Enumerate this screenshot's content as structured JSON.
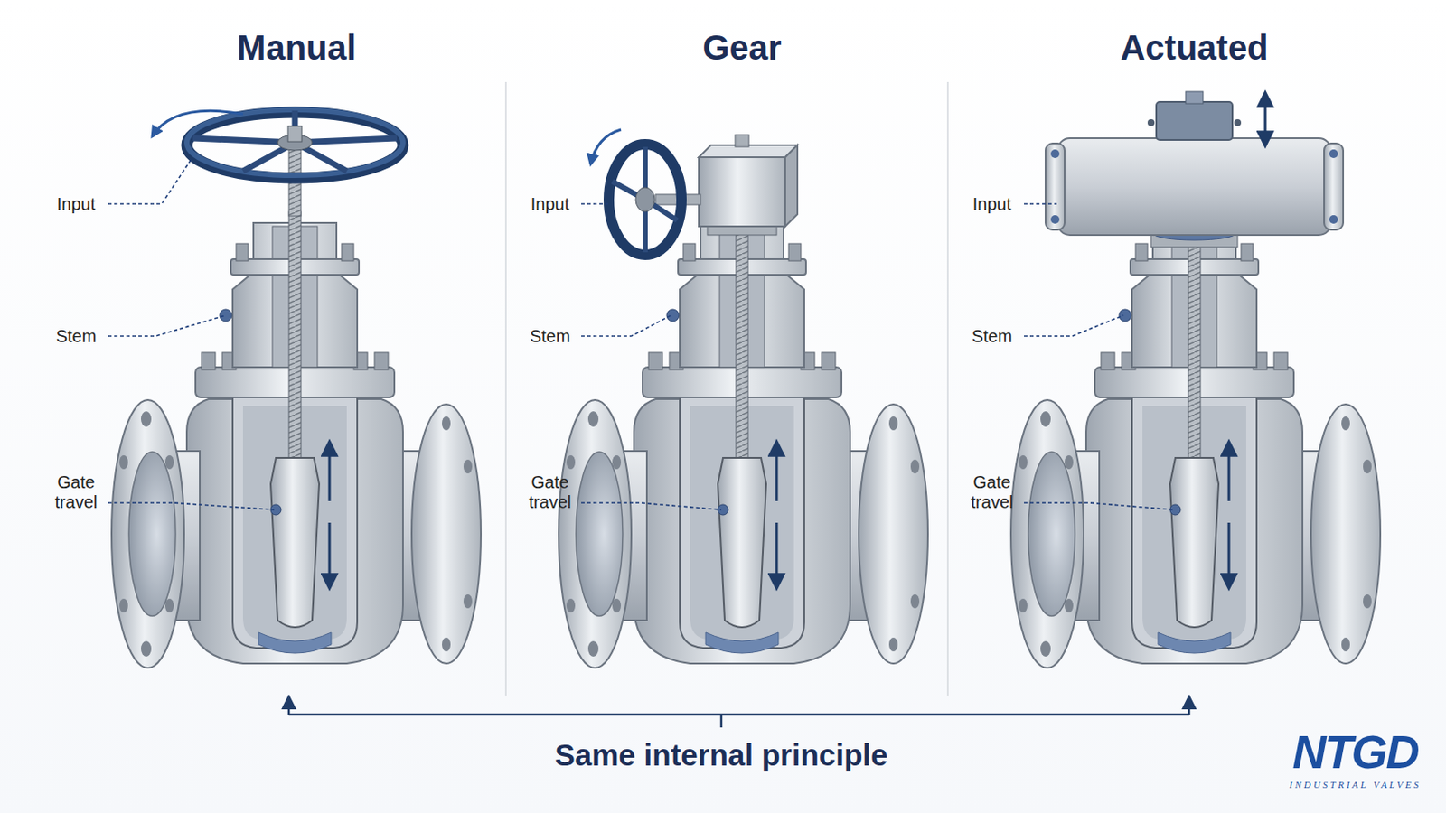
{
  "diagram": {
    "labels": [
      "Manual",
      "Gear",
      "Actuated",
      "Input",
      "Stem",
      "Gate travel",
      "Input",
      "Stem",
      "Gate travel",
      "Input",
      "Stem",
      "Gate travel",
      "Same internal principle",
      "NTGD",
      "INDUSTRIAL VALVES"
    ]
  }
}
